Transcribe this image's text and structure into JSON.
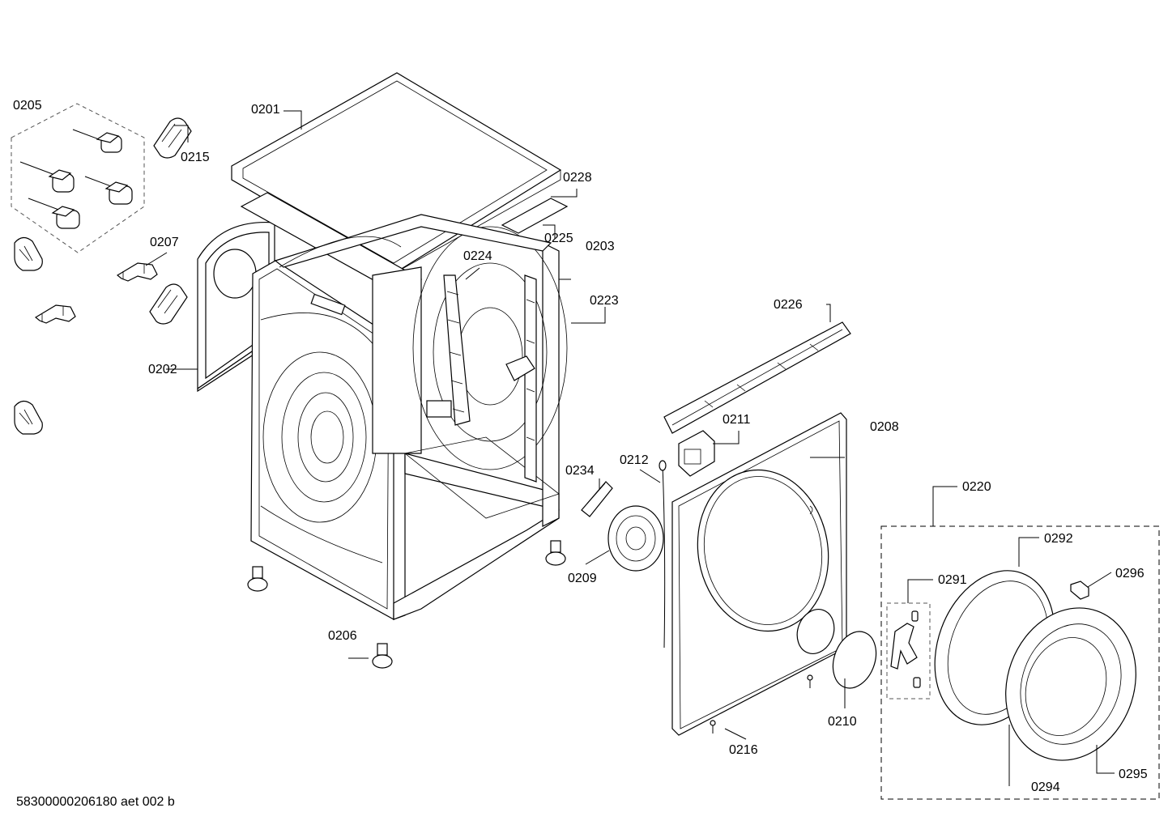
{
  "labels": {
    "p0201": "0201",
    "p0202": "0202",
    "p0203": "0203",
    "p0205": "0205",
    "p0206": "0206",
    "p0207": "0207",
    "p0208": "0208",
    "p0209": "0209",
    "p0210": "0210",
    "p0211": "0211",
    "p0212": "0212",
    "p0215": "0215",
    "p0216": "0216",
    "p0220": "0220",
    "p0223": "0223",
    "p0224": "0224",
    "p0225": "0225",
    "p0226": "0226",
    "p0228": "0228",
    "p0234": "0234",
    "p0291": "0291",
    "p0292": "0292",
    "p0294": "0294",
    "p0295": "0295",
    "p0296": "0296"
  },
  "footer": {
    "drawing_id": "58300000206180 aet 002 b"
  }
}
